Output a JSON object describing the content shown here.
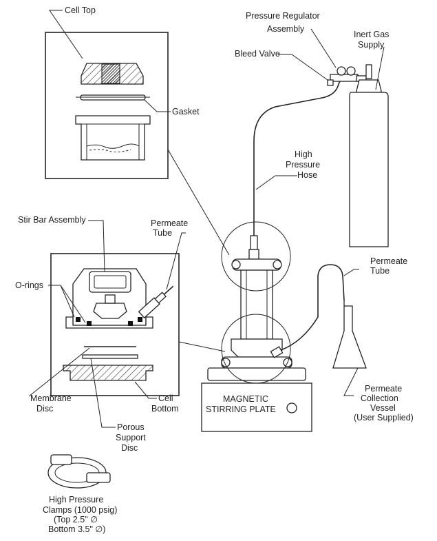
{
  "labels": {
    "cell_top": "Cell Top",
    "gasket": "Gasket",
    "pressure_regulator": [
      "Pressure Regulator",
      "Assembly"
    ],
    "inert_gas": [
      "Inert Gas",
      "Supply"
    ],
    "bleed_valve": "Bleed Valve",
    "high_pressure_hose": [
      "High",
      "Pressure",
      "Hose"
    ],
    "stir_bar": "Stir Bar Assembly",
    "permeate_tube_left": [
      "Permeate",
      "Tube"
    ],
    "permeate_tube_right": [
      "Permeate",
      "Tube"
    ],
    "o_rings": "O-rings",
    "membrane_disc": [
      "Membrane",
      "Disc"
    ],
    "cell_bottom": [
      "Cell",
      "Bottom"
    ],
    "porous_support": [
      "Porous",
      "Support",
      "Disc"
    ],
    "magnetic_plate": [
      "MAGNETIC",
      "STIRRING PLATE"
    ],
    "permeate_vessel": [
      "Permeate",
      "Collection",
      "Vessel",
      "(User Supplied)"
    ],
    "clamps": [
      "High Pressure",
      "Clamps (1000 psig)",
      "(Top 2.5\" ∅",
      "Bottom 3.5\" ∅)"
    ]
  }
}
